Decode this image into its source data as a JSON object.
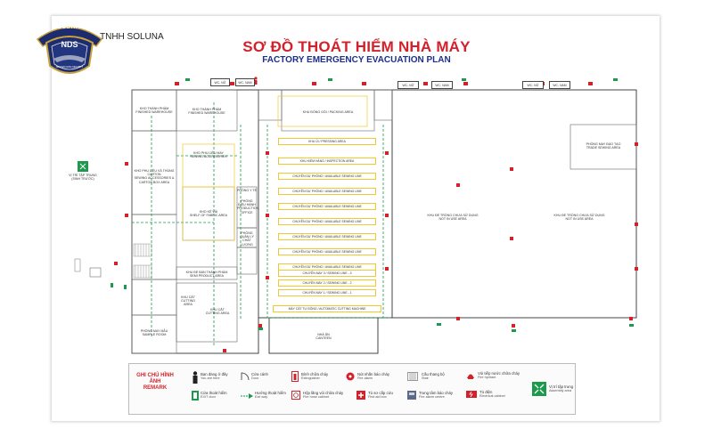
{
  "header": {
    "company": "TNHH SOLUNA",
    "title_vn": "SƠ ĐỒ THOÁT HIỂM NHÀ MÁY",
    "title_en": "FACTORY EMERGENCY EVACUATION PLAN",
    "badge_top": "SECURITY",
    "badge_mid": "NDS",
    "badge_bottom": "NGUYEN DANG SECURITY"
  },
  "areas": {
    "wc1": "WC- NỮ",
    "wc2": "WC- NAM",
    "wc3": "WC- NỮ",
    "wc4": "WC- NAM",
    "wc5": "WC- NỮ",
    "wc6": "WC- NAM",
    "finished_vn": "KHO THÀNH PHẨM",
    "finished_en": "FINISHED WAREHOUSE",
    "finished2_vn": "KHO THÀNH PHẨM",
    "finished2_en": "FINISHED WAREHOUSE",
    "accessories_vn": "KHO PHỤ LIỆU MAY",
    "accessories_en": "SEWING ACCESSORIES",
    "carton_vn": "KHO PHỤ LIỆU VÀ THÙNG CARTON",
    "carton_en": "SEWING ACCESSORIES & CARTON BOX AREA",
    "fabric_vn": "KHO KỆ VẢI",
    "fabric_en": "SHELF OF FABRIC AREA",
    "packing_vn": "KHU ĐÓNG GÓI",
    "packing_en": "PACKING AREA",
    "pressing": "KHU ỦI / PRESSING AREA",
    "inspection": "KHU KIỂM HÀNG / INSPECTION AREA",
    "lanes": [
      "CHUYỀN DỰ PHÒNG / AVAILABLE SEWING LINE",
      "CHUYỀN DỰ PHÒNG / AVAILABLE SEWING LINE",
      "CHUYỀN DỰ PHÒNG / AVAILABLE SEWING LINE",
      "CHUYỀN DỰ PHÒNG / AVAILABLE SEWING LINE",
      "CHUYỀN DỰ PHÒNG / AVAILABLE SEWING LINE",
      "CHUYỀN DỰ PHÒNG / AVAILABLE SEWING LINE",
      "CHUYỀN DỰ PHÒNG / AVAILABLE SEWING LINE",
      "CHUYỀN MAY 3 / SEWING LINE - 3",
      "CHUYỀN MAY 2 / SEWING LINE - 2",
      "CHUYỀN MAY 1 / SEWING LINE - 1",
      "MÁY CẮT TỰ ĐỘNG / AUTOMATIC CUTTING MACHINE"
    ],
    "unused1_vn": "KHU ĐỂ TRỐNG CHƯA SỬ DỤNG",
    "unused1_en": "NOT IN USE AREA",
    "unused2_vn": "KHU ĐỂ TRỐNG CHƯA SỬ DỤNG",
    "unused2_en": "NOT IN USE AREA",
    "training_vn": "PHÒNG MAY ĐÀO TẠO",
    "training_en": "TRADE SEWING AREA",
    "canteen_vn": "NHÀ ĂN",
    "canteen_en": "CANTEEN",
    "semi_vn": "KHU ĐỂ BÁN THÀNH PHẨM",
    "semi_en": "SEMI PRODUCT AREA",
    "cutting1_vn": "KHU CẮT",
    "cutting1_en": "CUTTING AREA",
    "cutting2_vn": "KHU CẮT",
    "cutting2_en": "CUTTING AREA",
    "sample_vn": "PHÒNG MAY MẪU",
    "sample_en": "SAMPLE ROOM",
    "office_vn": "PHÒNG ĐIỀU HÀNH",
    "office_en": "PRODUCTION OFFICE",
    "quality": "PHÒNG QUẢN LÝ CHẤT LƯỢNG",
    "medical": "PHÒNG Y TẾ",
    "assembly_vn": "VỊ TRÍ TẬP TRUNG",
    "assembly_en": "(SINH TRƯỚC)"
  },
  "legend": {
    "heading_vn": "GHI CHÚ HÌNH ẢNH",
    "heading_en": "REMARK",
    "items": [
      {
        "vn": "Bạn đang ở đây",
        "en": "You are here",
        "icon": "you-are-here-icon"
      },
      {
        "vn": "Cửa cánh",
        "en": "Door",
        "icon": "door-icon"
      },
      {
        "vn": "Bình chữa cháy",
        "en": "Extinguisher",
        "icon": "extinguisher-icon"
      },
      {
        "vn": "Nút nhấn báo cháy",
        "en": "Fire alarm",
        "icon": "fire-alarm-icon"
      },
      {
        "vn": "Cầu thang bộ",
        "en": "Stair",
        "icon": "stair-icon"
      },
      {
        "vn": "Vòi tiếp nước chữa cháy",
        "en": "Fire hydrant",
        "icon": "fire-hydrant-icon"
      },
      {
        "vn": "Vị trí tập trung",
        "en": "Assembly area",
        "icon": "assembly-area-icon"
      },
      {
        "vn": "Cửa thoát hiểm",
        "en": "EXIT door",
        "icon": "exit-door-icon"
      },
      {
        "vn": "Hướng thoát hiểm",
        "en": "Exit way",
        "icon": "exit-way-arrow-icon"
      },
      {
        "vn": "Hộp lăng vòi chữa cháy",
        "en": "Fire hose cabinet",
        "icon": "fire-hose-cabinet-icon"
      },
      {
        "vn": "Tủ sơ cấp cứu",
        "en": "First aid box",
        "icon": "first-aid-icon"
      },
      {
        "vn": "Trung tâm báo cháy",
        "en": "Fire alarm centre",
        "icon": "fire-alarm-centre-icon"
      },
      {
        "vn": "Tủ điện",
        "en": "Electrical cabinet",
        "icon": "electrical-cabinet-icon"
      }
    ]
  },
  "colors": {
    "title_red": "#d4202a",
    "title_blue": "#1b2f8c",
    "exit_green": "#1a9a4a",
    "route_yellow": "#f0c832",
    "wall": "#444444"
  }
}
